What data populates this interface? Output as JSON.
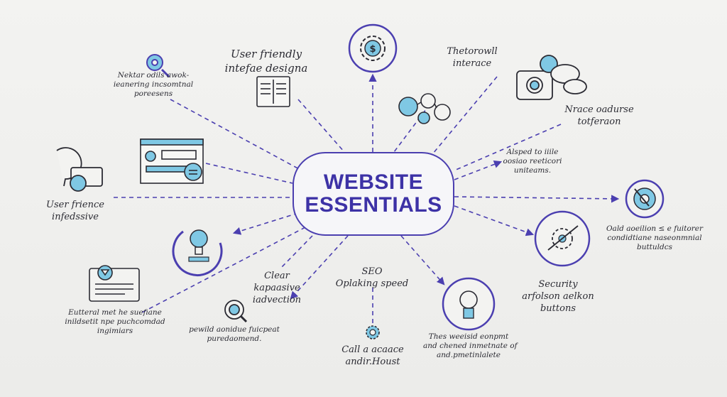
{
  "center": {
    "line1": "WEBSITE",
    "line2": "ESSENTIALS"
  },
  "nodes": {
    "top_left_small": {
      "line1": "Nektar odils awok-",
      "line2": "ieanering incsomtnal",
      "line3": "poreesens"
    },
    "user_friendly": {
      "line1": "User friendly",
      "line2": "intefae designa"
    },
    "thetorowll": {
      "line1": "Thetorowll",
      "line2": "interace"
    },
    "nrace": {
      "line1": "Nrace oadurse",
      "line2": "totferaon"
    },
    "alsped": {
      "line1": "Alsped to iiile",
      "line2": "oosiao reeticori",
      "line3": "uniteams."
    },
    "user_frience": {
      "line1": "User frience",
      "line2": "infedssive"
    },
    "oald": {
      "line1": "Oald aoeilion ≤ e fuitorer",
      "line2": "condidtiane naseonmnial",
      "line3": "buttuldcs"
    },
    "clear": {
      "line1": "Clear",
      "line2": "kapaasive",
      "line3": "iadvection"
    },
    "seo": {
      "line1": "SEO",
      "line2": "Oplaking speed"
    },
    "security": {
      "line1": "Security",
      "line2": "arfolson aelkon",
      "line3": "buttons"
    },
    "eutteral": {
      "line1": "Eutteral met he suefiane",
      "line2": "inildsetit npe puchcomdad",
      "line3": "ingimiars"
    },
    "pewild": {
      "line1": "pewild aonidue fuicpeat",
      "line2": "puredaomend."
    },
    "call": {
      "line1": "Call a acaace",
      "line2": "andir.Houst"
    },
    "thes": {
      "line1": "Thes weeisid eonpmt",
      "line2": "and chened inmetnate of",
      "line3": "and.pmetinlalete"
    }
  },
  "colors": {
    "accent": "#4b3fb0",
    "icon_fill": "#7fc8e4",
    "ink": "#2b2b33",
    "background": "#efefed"
  },
  "icons": [
    "gear-wrench-icon",
    "document-icon",
    "money-gear-icon",
    "user-network-icon",
    "camera-chat-icon",
    "browser-window-icon",
    "person-chat-icon",
    "lightbulb-chip-icon",
    "target-icon",
    "security-target-icon",
    "dropdown-window-icon",
    "search-loop-icon",
    "gear-icon",
    "lightbulb-icon"
  ]
}
